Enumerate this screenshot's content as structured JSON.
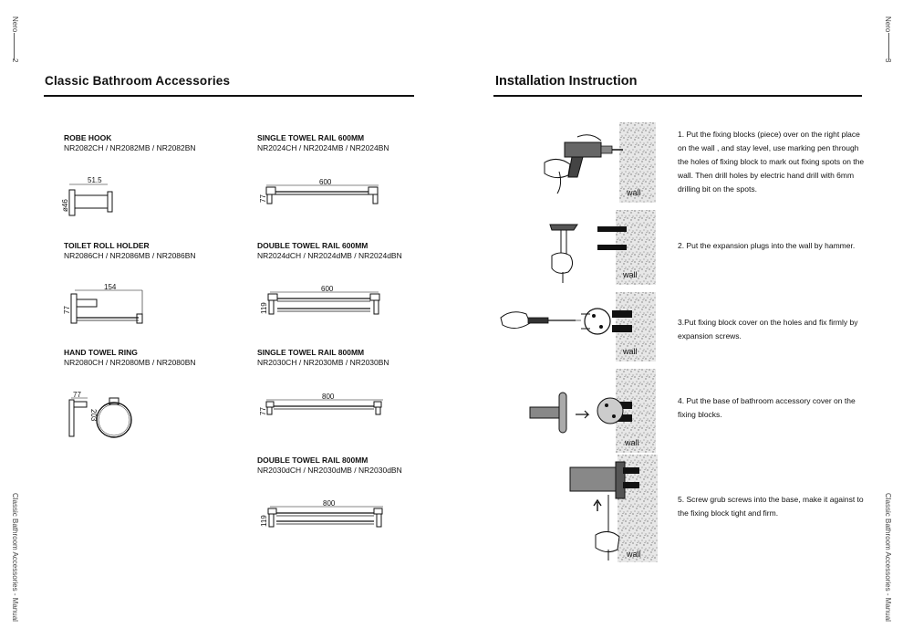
{
  "left_page": {
    "brand": "Nero",
    "page_number": "2",
    "side_label": "Classic  Bathroom Accessories - Manual",
    "title": "Classic Bathroom Accessories",
    "products": [
      {
        "name": "ROBE HOOK",
        "codes": "NR2082CH / NR2082MB / NR2082BN",
        "dims": [
          "51.5",
          "ø46"
        ]
      },
      {
        "name": "SINGLE TOWEL RAIL 600MM",
        "codes": "NR2024CH / NR2024MB / NR2024BN",
        "dims": [
          "600",
          "77"
        ]
      },
      {
        "name": "TOILET ROLL HOLDER",
        "codes": "NR2086CH / NR2086MB / NR2086BN",
        "dims": [
          "154",
          "77"
        ]
      },
      {
        "name": "DOUBLE TOWEL RAIL 600MM",
        "codes": "NR2024dCH / NR2024dMB / NR2024dBN",
        "dims": [
          "600",
          "119"
        ]
      },
      {
        "name": "HAND TOWEL RING",
        "codes": "NR2080CH / NR2080MB / NR2080BN",
        "dims": [
          "77",
          "203"
        ]
      },
      {
        "name": "SINGLE TOWEL RAIL 800MM",
        "codes": "NR2030CH / NR2030MB / NR2030BN",
        "dims": [
          "800",
          "77"
        ]
      },
      {
        "name": "DOUBLE TOWEL RAIL 800MM",
        "codes": "NR2030dCH / NR2030dMB / NR2030dBN",
        "dims": [
          "800",
          "119"
        ]
      }
    ]
  },
  "right_page": {
    "brand": "Nero",
    "page_number": "3",
    "side_label": "Classic  Bathroom Accessories - Manual",
    "title": "Installation Instruction",
    "wall_label": "wall",
    "steps": [
      {
        "text": "1. Put the fixing blocks (piece) over on the right place on the wall , and stay level, use marking pen through the holes of fixing block to mark out fixing spots on the wall. Then drill holes by electric hand drill with 6mm drilling bit on the spots."
      },
      {
        "text": "2. Put the expansion plugs into the wall by hammer."
      },
      {
        "text": "3.Put fixing block cover on the holes and fix firmly by expansion screws."
      },
      {
        "text": "4. Put the base of bathroom accessory cover on the fixing blocks."
      },
      {
        "text": "5. Screw grub screws into the base, make it  against to the fixing block tight and firm."
      }
    ]
  },
  "icons": [
    "drill-icon",
    "hammer-icon",
    "screwdriver-icon",
    "accessory-base-icon",
    "grub-screw-icon"
  ]
}
